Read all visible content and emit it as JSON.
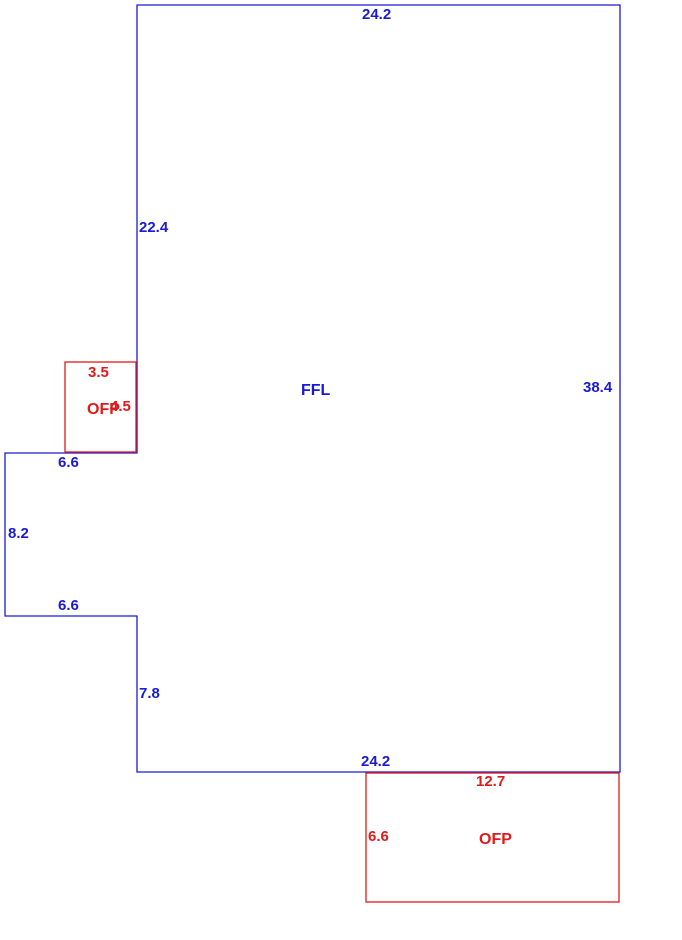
{
  "colors": {
    "main_structure": "#1a1ad6",
    "porch": "#e01a1a",
    "background": "#ffffff"
  },
  "main_structure": {
    "area_label": "FFL",
    "dims": {
      "top": "24.2",
      "upper_left": "22.4",
      "right": "38.4",
      "bump_top": "6.6",
      "bump_left": "8.2",
      "bump_bottom": "6.6",
      "lower_left": "7.8",
      "bottom": "24.2"
    }
  },
  "small_porch": {
    "area_label": "OFP",
    "dims": {
      "top": "3.5",
      "side": "4.5"
    }
  },
  "rear_porch": {
    "area_label": "OFP",
    "dims": {
      "top": "12.7",
      "side": "6.6"
    }
  }
}
